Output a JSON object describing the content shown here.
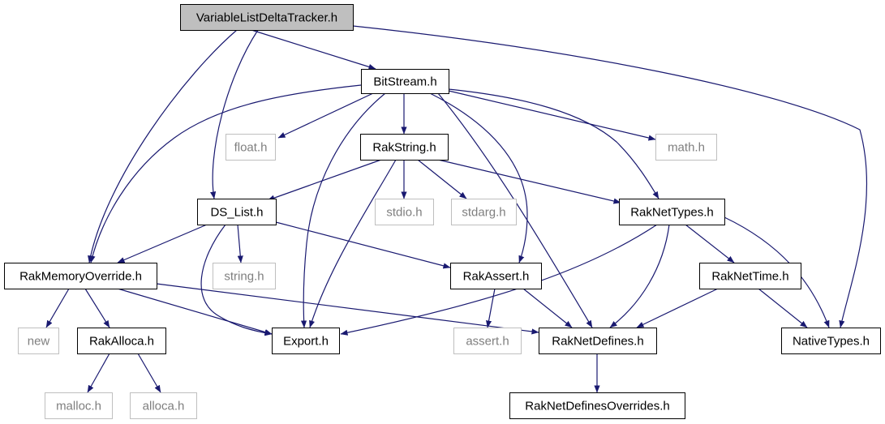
{
  "colors": {
    "edge": "#191970",
    "root_fill": "#bfbfbf",
    "node_stroke": "#000000",
    "missing_stroke": "#bfbfbf",
    "text": "#000000",
    "missing_text": "#7f7f7f"
  },
  "nodes": [
    {
      "id": "VariableListDeltaTracker",
      "label": "VariableListDeltaTracker.h",
      "kind": "root"
    },
    {
      "id": "BitStream",
      "label": "BitStream.h",
      "kind": "normal"
    },
    {
      "id": "RakMemoryOverride",
      "label": "RakMemoryOverride.h",
      "kind": "normal"
    },
    {
      "id": "DS_List",
      "label": "DS_List.h",
      "kind": "normal"
    },
    {
      "id": "NativeTypes",
      "label": "NativeTypes.h",
      "kind": "normal"
    },
    {
      "id": "float",
      "label": "float.h",
      "kind": "missing"
    },
    {
      "id": "RakString",
      "label": "RakString.h",
      "kind": "normal"
    },
    {
      "id": "math",
      "label": "math.h",
      "kind": "missing"
    },
    {
      "id": "stdio",
      "label": "stdio.h",
      "kind": "missing"
    },
    {
      "id": "stdarg",
      "label": "stdarg.h",
      "kind": "missing"
    },
    {
      "id": "RakNetTypes",
      "label": "RakNetTypes.h",
      "kind": "normal"
    },
    {
      "id": "string",
      "label": "string.h",
      "kind": "missing"
    },
    {
      "id": "RakAssert",
      "label": "RakAssert.h",
      "kind": "normal"
    },
    {
      "id": "RakNetTime",
      "label": "RakNetTime.h",
      "kind": "normal"
    },
    {
      "id": "new",
      "label": "new",
      "kind": "missing"
    },
    {
      "id": "RakAlloca",
      "label": "RakAlloca.h",
      "kind": "normal"
    },
    {
      "id": "Export",
      "label": "Export.h",
      "kind": "normal"
    },
    {
      "id": "assert",
      "label": "assert.h",
      "kind": "missing"
    },
    {
      "id": "RakNetDefines",
      "label": "RakNetDefines.h",
      "kind": "normal"
    },
    {
      "id": "malloc",
      "label": "malloc.h",
      "kind": "missing"
    },
    {
      "id": "alloca",
      "label": "alloca.h",
      "kind": "missing"
    },
    {
      "id": "RakNetDefinesOverrides",
      "label": "RakNetDefinesOverrides.h",
      "kind": "normal"
    }
  ],
  "edges": [
    {
      "from": "VariableListDeltaTracker",
      "to": "BitStream"
    },
    {
      "from": "VariableListDeltaTracker",
      "to": "RakMemoryOverride"
    },
    {
      "from": "VariableListDeltaTracker",
      "to": "DS_List"
    },
    {
      "from": "VariableListDeltaTracker",
      "to": "NativeTypes"
    },
    {
      "from": "BitStream",
      "to": "RakMemoryOverride"
    },
    {
      "from": "BitStream",
      "to": "float"
    },
    {
      "from": "BitStream",
      "to": "RakString"
    },
    {
      "from": "BitStream",
      "to": "math"
    },
    {
      "from": "BitStream",
      "to": "RakNetTypes"
    },
    {
      "from": "BitStream",
      "to": "Export"
    },
    {
      "from": "BitStream",
      "to": "RakAssert"
    },
    {
      "from": "BitStream",
      "to": "RakNetDefines"
    },
    {
      "from": "RakString",
      "to": "DS_List"
    },
    {
      "from": "RakString",
      "to": "stdio"
    },
    {
      "from": "RakString",
      "to": "stdarg"
    },
    {
      "from": "RakString",
      "to": "RakNetTypes"
    },
    {
      "from": "RakString",
      "to": "Export"
    },
    {
      "from": "DS_List",
      "to": "RakMemoryOverride"
    },
    {
      "from": "DS_List",
      "to": "string"
    },
    {
      "from": "DS_List",
      "to": "RakAssert"
    },
    {
      "from": "DS_List",
      "to": "Export"
    },
    {
      "from": "RakNetTypes",
      "to": "Export"
    },
    {
      "from": "RakNetTypes",
      "to": "RakNetDefines"
    },
    {
      "from": "RakNetTypes",
      "to": "RakNetTime"
    },
    {
      "from": "RakNetTypes",
      "to": "NativeTypes"
    },
    {
      "from": "RakMemoryOverride",
      "to": "new"
    },
    {
      "from": "RakMemoryOverride",
      "to": "RakAlloca"
    },
    {
      "from": "RakMemoryOverride",
      "to": "Export"
    },
    {
      "from": "RakMemoryOverride",
      "to": "RakNetDefines"
    },
    {
      "from": "RakAssert",
      "to": "assert"
    },
    {
      "from": "RakAssert",
      "to": "RakNetDefines"
    },
    {
      "from": "RakNetTime",
      "to": "RakNetDefines"
    },
    {
      "from": "RakNetTime",
      "to": "NativeTypes"
    },
    {
      "from": "RakAlloca",
      "to": "malloc"
    },
    {
      "from": "RakAlloca",
      "to": "alloca"
    },
    {
      "from": "RakNetDefines",
      "to": "RakNetDefinesOverrides"
    }
  ]
}
